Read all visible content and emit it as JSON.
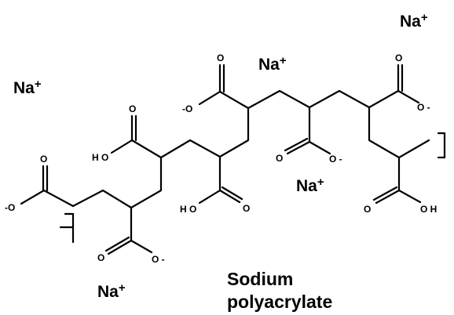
{
  "ions": {
    "na1": {
      "symbol": "Na",
      "charge": "+"
    },
    "na2": {
      "symbol": "Na",
      "charge": "+"
    },
    "na3": {
      "symbol": "Na",
      "charge": "+"
    },
    "na4": {
      "symbol": "Na",
      "charge": "+"
    },
    "na5": {
      "symbol": "Na",
      "charge": "+"
    }
  },
  "atoms": {
    "o": "O",
    "o_minus": "O -",
    "minus_o": "-O",
    "ho": "H O",
    "oh": "O H"
  },
  "caption": {
    "line1": "Sodium",
    "line2": "polyacrylate"
  }
}
